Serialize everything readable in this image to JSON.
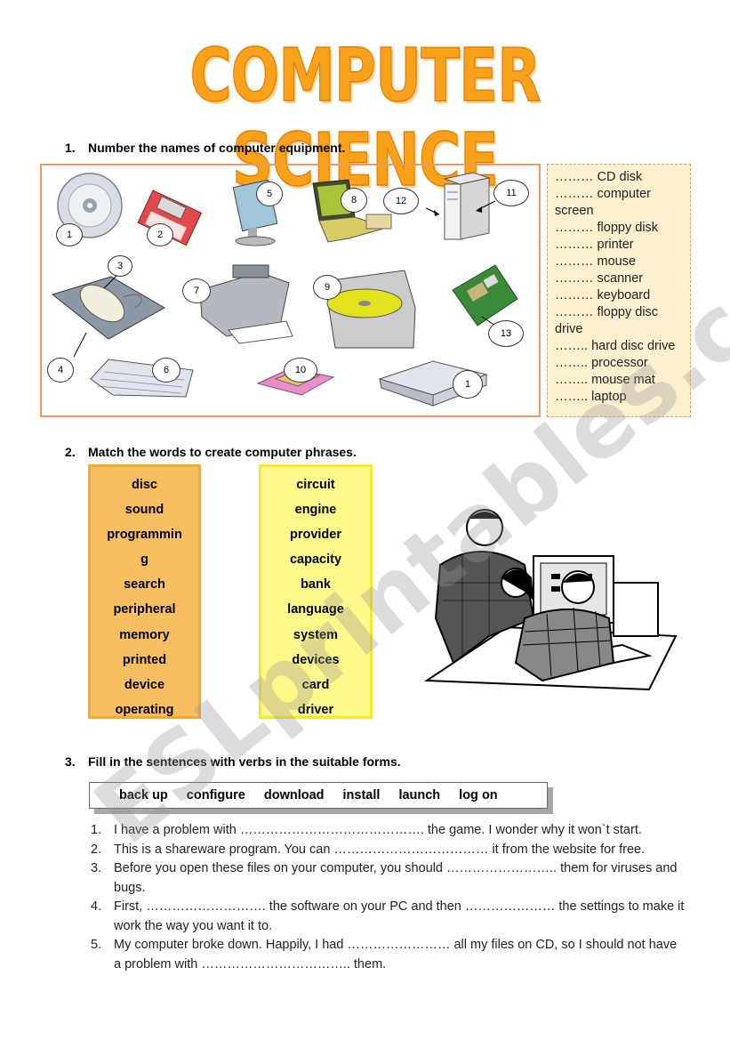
{
  "title": "COMPUTER SCIENCE",
  "section1": {
    "number": "1.",
    "heading": "Number the names of computer equipment.",
    "callouts": [
      "1",
      "2",
      "3",
      "4",
      "5",
      "6",
      "7",
      "8",
      "9",
      "10",
      "11",
      "12",
      "13",
      "1"
    ],
    "word_list": [
      "……… CD disk",
      "……… computer screen",
      "……… floppy disk",
      "……… printer",
      "……… mouse",
      "……… scanner",
      "……… keyboard",
      "……… floppy disc drive",
      "…….. hard disc drive",
      "…….. processor",
      "…….. mouse mat",
      "…….. laptop"
    ]
  },
  "section2": {
    "number": "2.",
    "heading": "Match the words to create computer phrases.",
    "column_a": [
      "disc",
      "sound",
      "programmin",
      "g",
      "search",
      "peripheral",
      "memory",
      "printed",
      "device",
      "operating"
    ],
    "column_b": [
      "circuit",
      "engine",
      "provider",
      "capacity",
      "bank",
      "language",
      "system",
      "devices",
      "card",
      "driver"
    ]
  },
  "section3": {
    "number": "3.",
    "heading": "Fill in the sentences with verbs in the suitable forms.",
    "verbs": [
      "back up",
      "configure",
      "download",
      "install",
      "launch",
      "log on"
    ],
    "sentences": [
      {
        "num": "1.",
        "text": "I have a problem with ……………………………………. the game. I wonder why it won`t start."
      },
      {
        "num": "2.",
        "text": "This is a shareware program. You can ……………………………… it from the website for free."
      },
      {
        "num": "3.",
        "text": "Before you open these files on your computer, you should …………………….. them for viruses and bugs."
      },
      {
        "num": "4.",
        "text": "First, ………………………. the software on your PC and then ………………… the settings to make it work the way you want it to."
      },
      {
        "num": "5.",
        "text": "My computer broke down. Happily, I had …………………… all my files on CD, so I should not have a problem with …………………………….. them."
      }
    ]
  },
  "watermark": "ESLprintables.com"
}
